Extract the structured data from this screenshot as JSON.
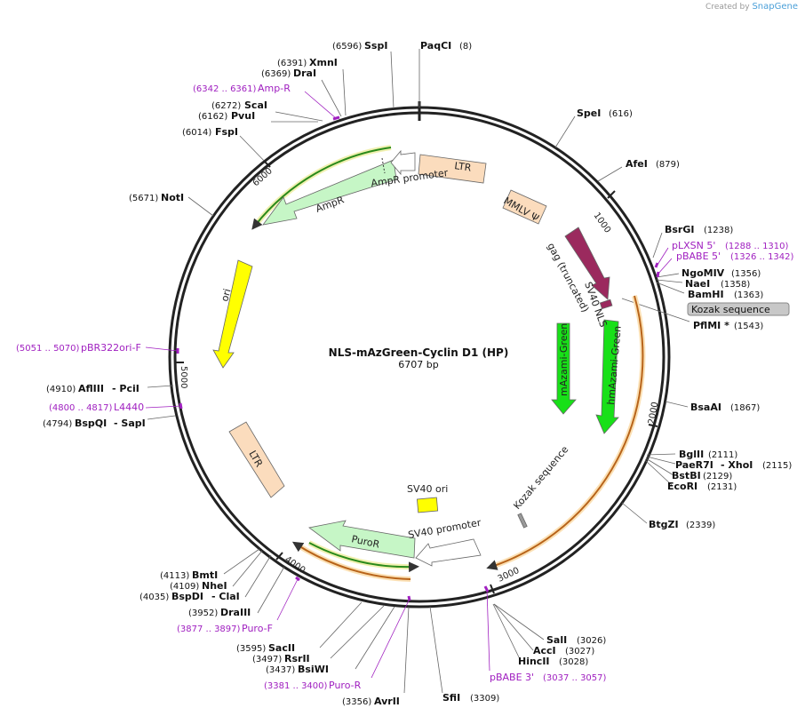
{
  "credit": {
    "prefix": "Created by",
    "brand": "SnapGene"
  },
  "plasmid": {
    "name": "NLS-mAzGreen-Cyclin D1 (HP)",
    "size": "6707 bp"
  },
  "ticks": [
    "1000",
    "2000",
    "3000",
    "4000",
    "5000",
    "6000"
  ],
  "kozak_box": "Kozak sequence",
  "enzymes": [
    {
      "name": "PaqCI",
      "pos": "(8)"
    },
    {
      "name": "SspI",
      "pos": "(6596)"
    },
    {
      "name": "XmnI",
      "pos": "(6391)"
    },
    {
      "name": "DraI",
      "pos": "(6369)"
    },
    {
      "name": "ScaI",
      "pos": "(6272)"
    },
    {
      "name": "PvuI",
      "pos": "(6162)"
    },
    {
      "name": "FspI",
      "pos": "(6014)"
    },
    {
      "name": "NotI",
      "pos": "(5671)"
    },
    {
      "name": "AflIII",
      "suffix": "- PciI",
      "pos": "(4910)"
    },
    {
      "name": "BspQI",
      "suffix": "- SapI",
      "pos": "(4794)"
    },
    {
      "name": "SpeI",
      "pos": "(616)"
    },
    {
      "name": "AfeI",
      "pos": "(879)"
    },
    {
      "name": "BsrGI",
      "pos": "(1238)"
    },
    {
      "name": "NgoMIV",
      "pos": "(1356)"
    },
    {
      "name": "NaeI",
      "pos": "(1358)"
    },
    {
      "name": "BamHI",
      "pos": "(1363)"
    },
    {
      "name": "PflMI *",
      "pos": "(1543)"
    },
    {
      "name": "BsaAI",
      "pos": "(1867)"
    },
    {
      "name": "BglII",
      "pos": "(2111)"
    },
    {
      "name": "PaeR7I",
      "suffix": "- XhoI",
      "pos": "(2115)"
    },
    {
      "name": "BstBI",
      "pos": "(2129)"
    },
    {
      "name": "EcoRI",
      "pos": "(2131)"
    },
    {
      "name": "BtgZI",
      "pos": "(2339)"
    },
    {
      "name": "SalI",
      "pos": "(3026)"
    },
    {
      "name": "AccI",
      "pos": "(3027)"
    },
    {
      "name": "HincII",
      "pos": "(3028)"
    },
    {
      "name": "SfiI",
      "pos": "(3309)"
    },
    {
      "name": "AvrII",
      "pos": "(3356)"
    },
    {
      "name": "BsiWI",
      "pos": "(3437)"
    },
    {
      "name": "RsrII",
      "pos": "(3497)"
    },
    {
      "name": "SacII",
      "pos": "(3595)"
    },
    {
      "name": "DraIII",
      "pos": "(3952)"
    },
    {
      "name": "BspDI",
      "suffix": "- ClaI",
      "pos": "(4035)"
    },
    {
      "name": "NheI",
      "pos": "(4109)"
    },
    {
      "name": "BmtI",
      "pos": "(4113)"
    }
  ],
  "primers": [
    {
      "name": "Amp-R",
      "pos": "(6342 .. 6361)"
    },
    {
      "name": "pBR322ori-F",
      "pos": "(5051 .. 5070)"
    },
    {
      "name": "L4440",
      "pos": "(4800 .. 4817)"
    },
    {
      "name": "pLXSN 5'",
      "pos": "(1288 .. 1310)"
    },
    {
      "name": "pBABE 5'",
      "pos": "(1326 .. 1342)"
    },
    {
      "name": "pBABE 3'",
      "pos": "(3037 .. 3057)"
    },
    {
      "name": "Puro-R",
      "pos": "(3381 .. 3400)"
    },
    {
      "name": "Puro-F",
      "pos": "(3877 .. 3897)"
    }
  ],
  "features": [
    {
      "name": "LTR",
      "color": "#fbdcbd"
    },
    {
      "name": "MMLV Ψ",
      "color": "#fbdcbd"
    },
    {
      "name": "gag (truncated)",
      "color": "#9b2a5e"
    },
    {
      "name": "SV40 NLS",
      "color": "#9b2a5e"
    },
    {
      "name": "mAzami-Green",
      "color": "#18e018"
    },
    {
      "name": "hmAzami-Green",
      "color": "#18e018"
    },
    {
      "name": "Kozak sequence",
      "color": "#888888"
    },
    {
      "name": "SV40 ori",
      "color": "#ffff00"
    },
    {
      "name": "SV40 promoter",
      "color": "#ffffff"
    },
    {
      "name": "PuroR",
      "color": "#c6f6c6"
    },
    {
      "name": "LTR",
      "color": "#fbdcbd"
    },
    {
      "name": "ori",
      "color": "#ffff00"
    },
    {
      "name": "AmpR",
      "color": "#c6f6c6"
    },
    {
      "name": "AmpR promoter",
      "color": "#ffffff"
    }
  ],
  "colors": {
    "backbone": "#222222",
    "primer": "#a020c0",
    "orf_green": "#2a8a1a",
    "orf_orange": "#d98a1a"
  }
}
